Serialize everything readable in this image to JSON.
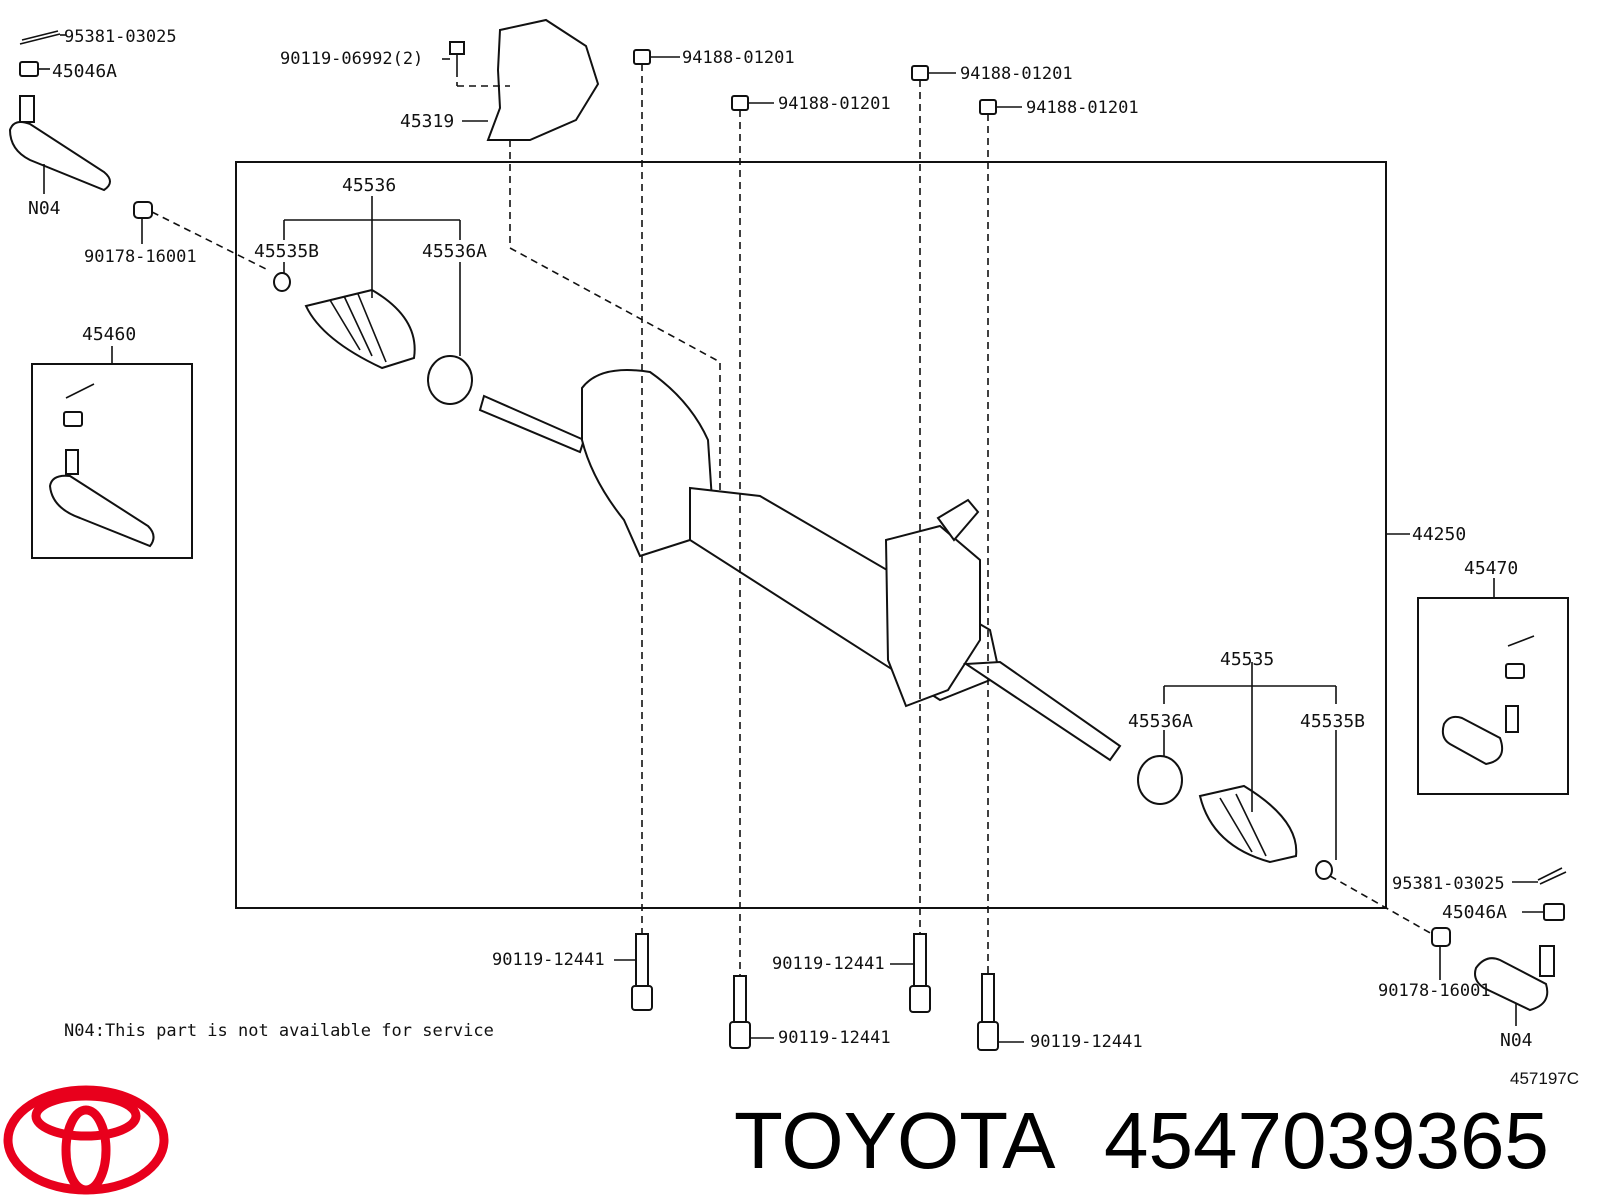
{
  "labels": {
    "cotter_pin_top": "95381-03025",
    "nut_top": "45046A",
    "tie_rod_end_left_note": "N04",
    "grommet_left": "90178-16001",
    "bolt_cover": "90119-06992(2)",
    "cover": "45319",
    "nut_1": "94188-01201",
    "nut_2": "94188-01201",
    "nut_3": "94188-01201",
    "nut_4": "94188-01201",
    "boot_set_left": "45536",
    "clamp_left": "45535B",
    "clip_left": "45536A",
    "tie_rod_end_kit_left": "45460",
    "gear_assembly": "44250",
    "tie_rod_end_kit_right": "45470",
    "boot_set_right": "45535",
    "clip_right": "45536A",
    "clamp_right": "45535B",
    "cotter_pin_bottom": "95381-03025",
    "nut_bottom": "45046A",
    "grommet_right": "90178-16001",
    "tie_rod_end_right_note": "N04",
    "bolt_1": "90119-12441",
    "bolt_2": "90119-12441",
    "bolt_3": "90119-12441",
    "bolt_4": "90119-12441"
  },
  "footnote": "N04:This part is not available for service",
  "diagram_ref": "457197C",
  "brand": "TOYOTA",
  "part_number": "4547039365",
  "colors": {
    "logo": "#e8001c",
    "ink": "#111111"
  }
}
